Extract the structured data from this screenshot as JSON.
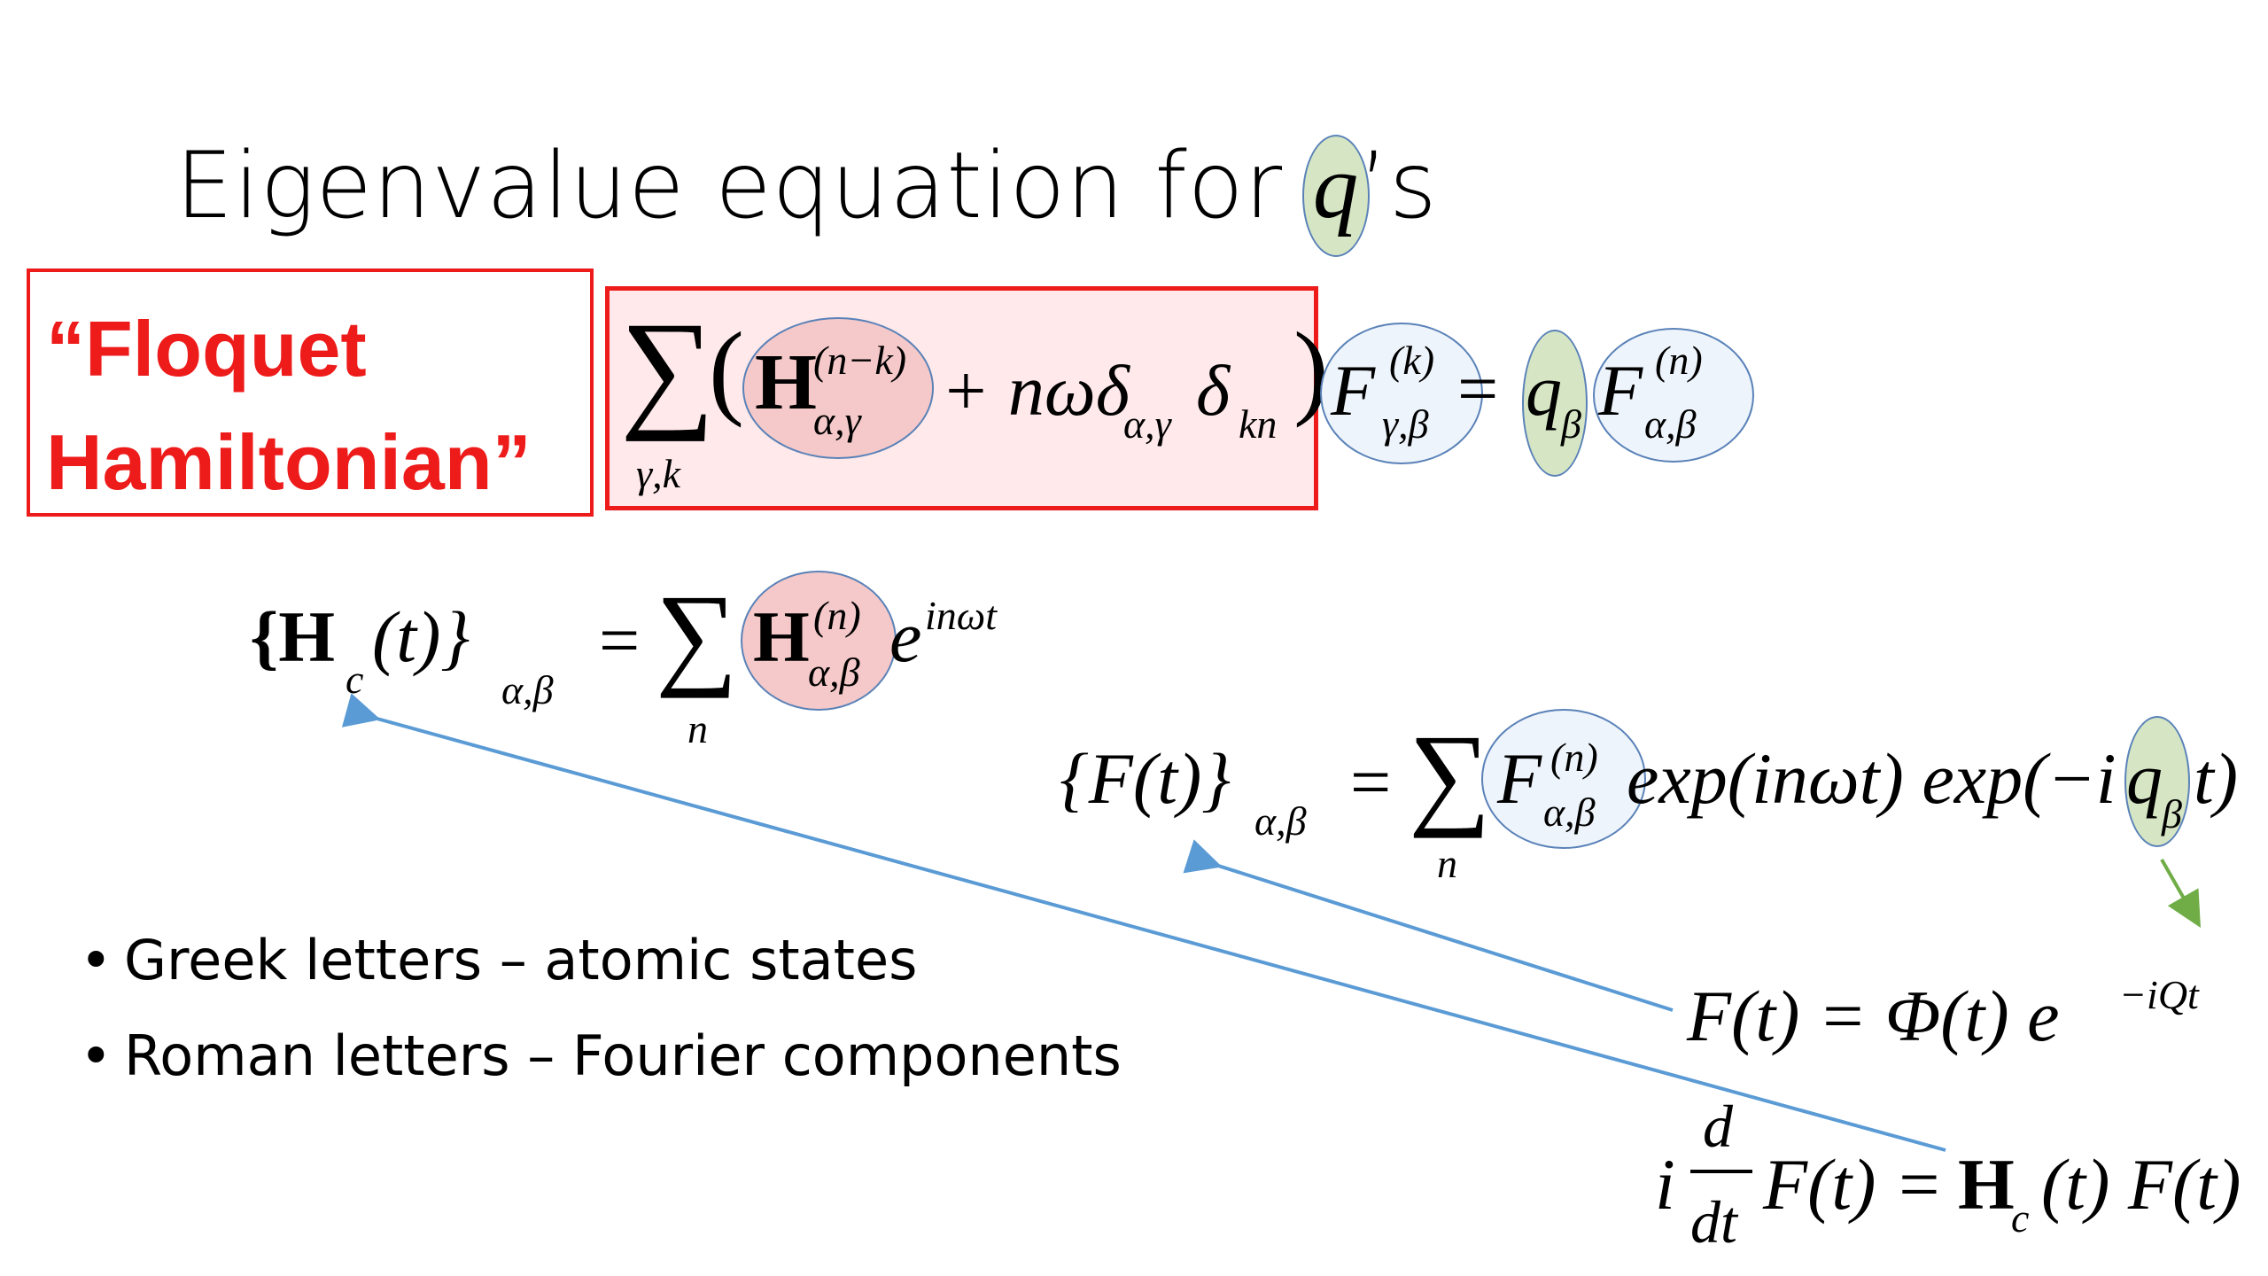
{
  "slide": {
    "title_prefix": "Eigenvalue equation for ",
    "title_var": "q",
    "title_suffix": "’s",
    "floquet_line1": "“Floquet",
    "floquet_line2": "Hamiltonian”",
    "bullets": [
      "Greek letters – atomic states",
      "Roman letters – Fourier components"
    ]
  },
  "equations": {
    "eigen": {
      "sum": "∑",
      "sum_sub": "γ,k",
      "lparen": "(",
      "H": "H",
      "H_sup": "(n−k)",
      "H_sub": "α,γ",
      "term": "+ nωδ",
      "delta1_sub": "α,γ",
      "delta2": "δ",
      "delta2_sub": "kn",
      "rparen": ")",
      "F1": "F",
      "F1_sup": "(k)",
      "F1_sub": "γ,β",
      "eq": "=",
      "q": "q",
      "q_sub": "β",
      "F2": "F",
      "F2_sup": "(n)",
      "F2_sub": "α,β"
    },
    "hc": {
      "lhs": "{H",
      "c": "c",
      "t": "(t)}",
      "lhs_sub": "α,β",
      "eq": "=",
      "sum": "∑",
      "sum_sub": "n",
      "H": "H",
      "H_sup": "(n)",
      "H_sub": "α,β",
      "exp": "e",
      "exp_sup": "inωt"
    },
    "ft": {
      "lhs": "{F(t)}",
      "lhs_sub": "α,β",
      "eq": "=",
      "sum": "∑",
      "sum_sub": "n",
      "F": "F",
      "F_sup": "(n)",
      "F_sub": "α,β",
      "rest1": "exp(inωt) exp(−i",
      "q": "q",
      "q_sub": "β",
      "rest2": "t)"
    },
    "phi": {
      "text": "F(t) = Φ(t) e",
      "sup": "−iQt"
    },
    "schrod": {
      "i": "i",
      "num": "d",
      "den": "dt",
      "rest1": "F(t) = ",
      "H": "H",
      "c": "c",
      "rest2": "(t) F(t)"
    }
  },
  "colors": {
    "red": "#ee1b1b",
    "pink_fill": "#ffe9ea",
    "blue_arrow": "#5b9bd5",
    "green_arrow": "#70ad47"
  }
}
